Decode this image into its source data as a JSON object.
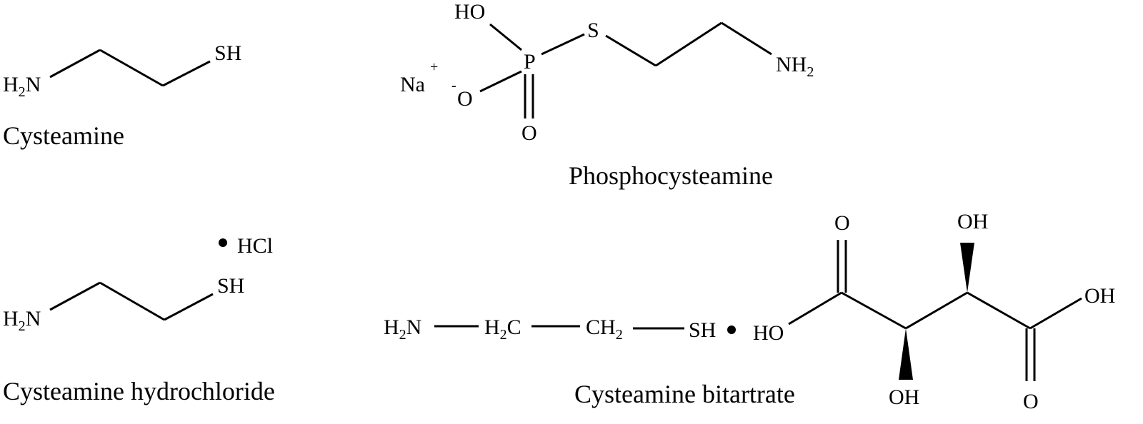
{
  "molecules": {
    "cysteamine": {
      "caption": "Cysteamine",
      "sh": "SH",
      "n": "N",
      "h": "H",
      "h_count": "2"
    },
    "phosphocysteamine": {
      "caption": "Phosphocysteamine",
      "ho": "HO",
      "p": "P",
      "s": "S",
      "nh": "NH",
      "h_count": "2",
      "o_minus": "O",
      "minus": "-",
      "o": "O",
      "na": "Na",
      "plus": "+"
    },
    "cysteamine_hcl": {
      "caption": "Cysteamine hydrochloride",
      "hcl": "HCl",
      "sh": "SH",
      "n": "N",
      "h": "H",
      "h_count": "2"
    },
    "cysteamine_bitartrate": {
      "caption": "Cysteamine bitartrate",
      "n": "N",
      "h": "H",
      "h_count": "2",
      "h2c_h": "H",
      "h2c_c": "C",
      "ch2_ch": "CH",
      "sh": "SH",
      "ho": "HO",
      "o_top": "O",
      "oh_top": "OH",
      "oh_right": "OH",
      "oh_bottom": "OH",
      "o_bottom": "O"
    }
  },
  "colors": {
    "ink": "#000000",
    "background": "#ffffff"
  }
}
